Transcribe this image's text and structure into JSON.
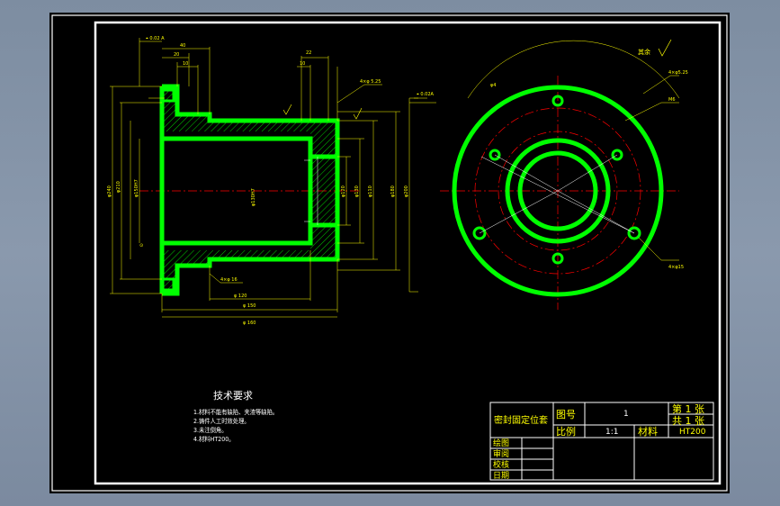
{
  "drawing": {
    "notes": {
      "title": "技术要求",
      "items": [
        "1.材料不能有缺陷、夹渣等缺陷。",
        "2.铸件人工时效处理。",
        "3.未注倒角。",
        "4.材料HT200。"
      ]
    },
    "roughness_label": "其余",
    "title_block": {
      "part_name": "密封固定位套",
      "drawing_no_label": "图号",
      "drawing_no_value": "1",
      "sheet_label": "第 1 张",
      "total_label": "共 1 张",
      "scale_label": "比例",
      "scale_value": "1:1",
      "material_label": "材料",
      "material_value": "HT200",
      "rows": [
        "绘图",
        "审阅",
        "校核",
        "日期"
      ]
    },
    "colors": {
      "part_outline": "#00ff00",
      "centerline": "#ff0000",
      "dimension": "#ffff00",
      "hatch": "#00ff00",
      "border": "#ffffff",
      "background": "#000000"
    }
  }
}
